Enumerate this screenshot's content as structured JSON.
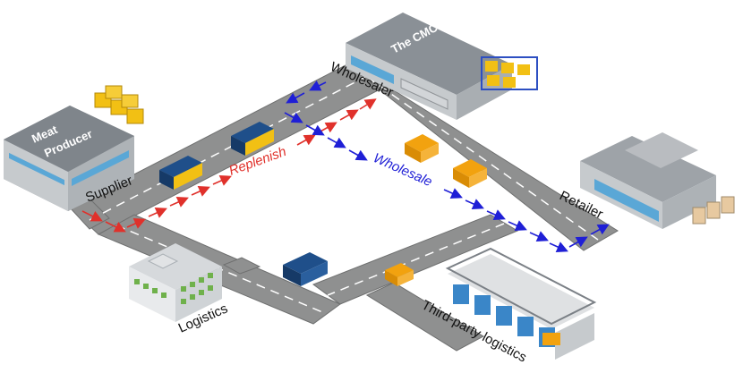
{
  "colors": {
    "road": "#8f9090",
    "road_edge": "#6f7070",
    "lane_mark": "#ffffff",
    "replenish": "#e0312b",
    "wholesale": "#1f1fd6",
    "truck_blue": "#1f4f8a",
    "truck_orange": "#f2a20f",
    "building_grey": "#b9bcc0",
    "window_blue": "#5aa7d6"
  },
  "buildings": {
    "meat_producer": {
      "sign": [
        "Meat",
        "Producer"
      ],
      "label": "Supplier",
      "icon": "factory-icon"
    },
    "cmc": {
      "sign": "The CMC",
      "label": "Wholesaler",
      "icon": "warehouse-icon"
    },
    "retailer": {
      "label": "Retailer",
      "icon": "store-icon"
    },
    "logistics": {
      "label": "Logistics",
      "icon": "office-building-icon"
    },
    "third_party": {
      "label": "Third-party logistics",
      "icon": "truck-depot-icon"
    }
  },
  "flows": {
    "replenish": "Replenish",
    "wholesale": "Wholesale"
  }
}
